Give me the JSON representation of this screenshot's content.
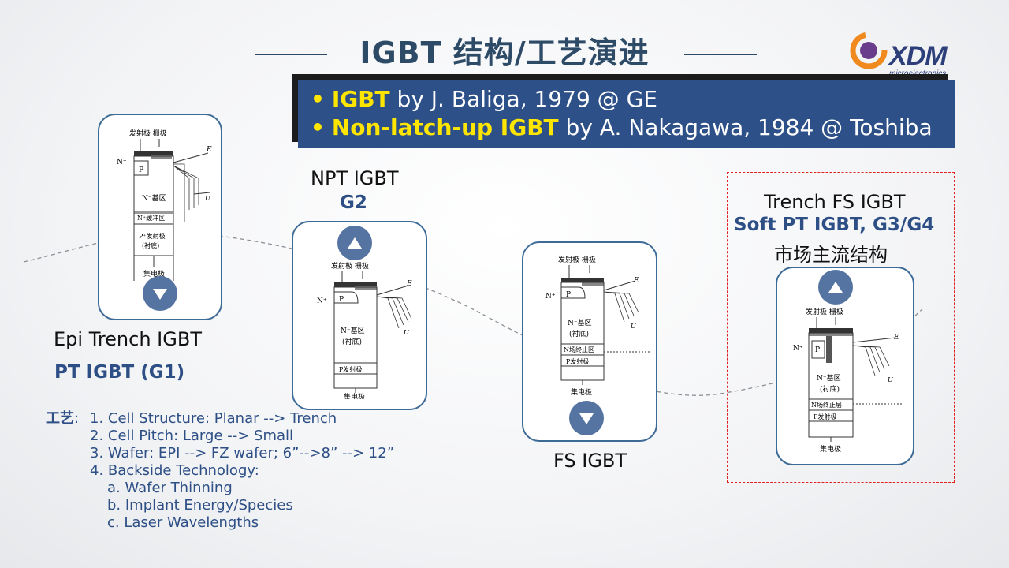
{
  "slide": {
    "title": "IGBT 结构/工艺演进",
    "logo": {
      "name": "XDM",
      "sub": "microelectronics"
    },
    "banner": {
      "line1": {
        "bullet": "•",
        "highlight": "IGBT",
        "rest": " by J. Baliga, 1979 @ GE"
      },
      "line2": {
        "bullet": "•",
        "highlight": "Non-latch-up IGBT",
        "rest": " by A. Nakagawa, 1984 @ Toshiba"
      }
    },
    "structures": [
      {
        "name": "Epi Trench IGBT",
        "gen": "PT IGBT (G1)",
        "arrow": "down",
        "diagram": {
          "top": "发射极  栅极",
          "n_plus": "N⁺",
          "p": "P",
          "base": "N⁻基区",
          "buffer": "N⁺缓冲区",
          "collector": "P⁺发射极",
          "sub": "(衬底)",
          "bottom": "集电极",
          "e": "E",
          "vce": "U"
        }
      },
      {
        "name": "NPT IGBT",
        "gen": "G2",
        "arrow": "up",
        "diagram": {
          "top": "发射极  栅极",
          "n_plus": "N⁺",
          "p": "P",
          "base": "N⁻基区",
          "sub": "(衬底)",
          "collector": "P发射极",
          "bottom": "集电极",
          "e": "E",
          "vce": "U"
        }
      },
      {
        "name": "FS IGBT",
        "gen": "",
        "arrow": "down",
        "diagram": {
          "top": "发射极  栅极",
          "n_plus": "N⁺",
          "p": "P",
          "base": "N⁻基区",
          "sub": "(衬底)",
          "stop": "N场终止区",
          "collector": "P发射极",
          "bottom": "集电极",
          "e": "E",
          "vce": "U"
        }
      },
      {
        "name": "Trench FS IGBT",
        "gen": "Soft PT IGBT, G3/G4",
        "extra": "市场主流结构",
        "arrow": "up",
        "diagram": {
          "top": "发射极  栅极",
          "n_plus": "N⁺",
          "p": "P",
          "base": "N⁻基区",
          "sub": "(衬底)",
          "stop": "N场终止层",
          "collector": "P发射极",
          "bottom": "集电极",
          "e": "E",
          "vce": "U"
        }
      }
    ],
    "process": {
      "heading": "工艺",
      "colon": ":",
      "items": [
        "1. Cell Structure: Planar --> Trench",
        "2. Cell Pitch: Large --> Small",
        "3. Wafer: EPI --> FZ wafer;  6”-->8”   --> 12”",
        "4. Backside Technology:"
      ],
      "subitems": [
        "a. Wafer Thinning",
        "b. Implant Energy/Species",
        "c. Laser Wavelengths"
      ]
    },
    "colors": {
      "title": "#2d4a66",
      "banner": "#2e5088",
      "highlight": "#ffe600",
      "accent": "#2d4f86",
      "card_border": "#3d6b97",
      "circle": "#5574a1",
      "dashed_box": "#e02020"
    }
  }
}
